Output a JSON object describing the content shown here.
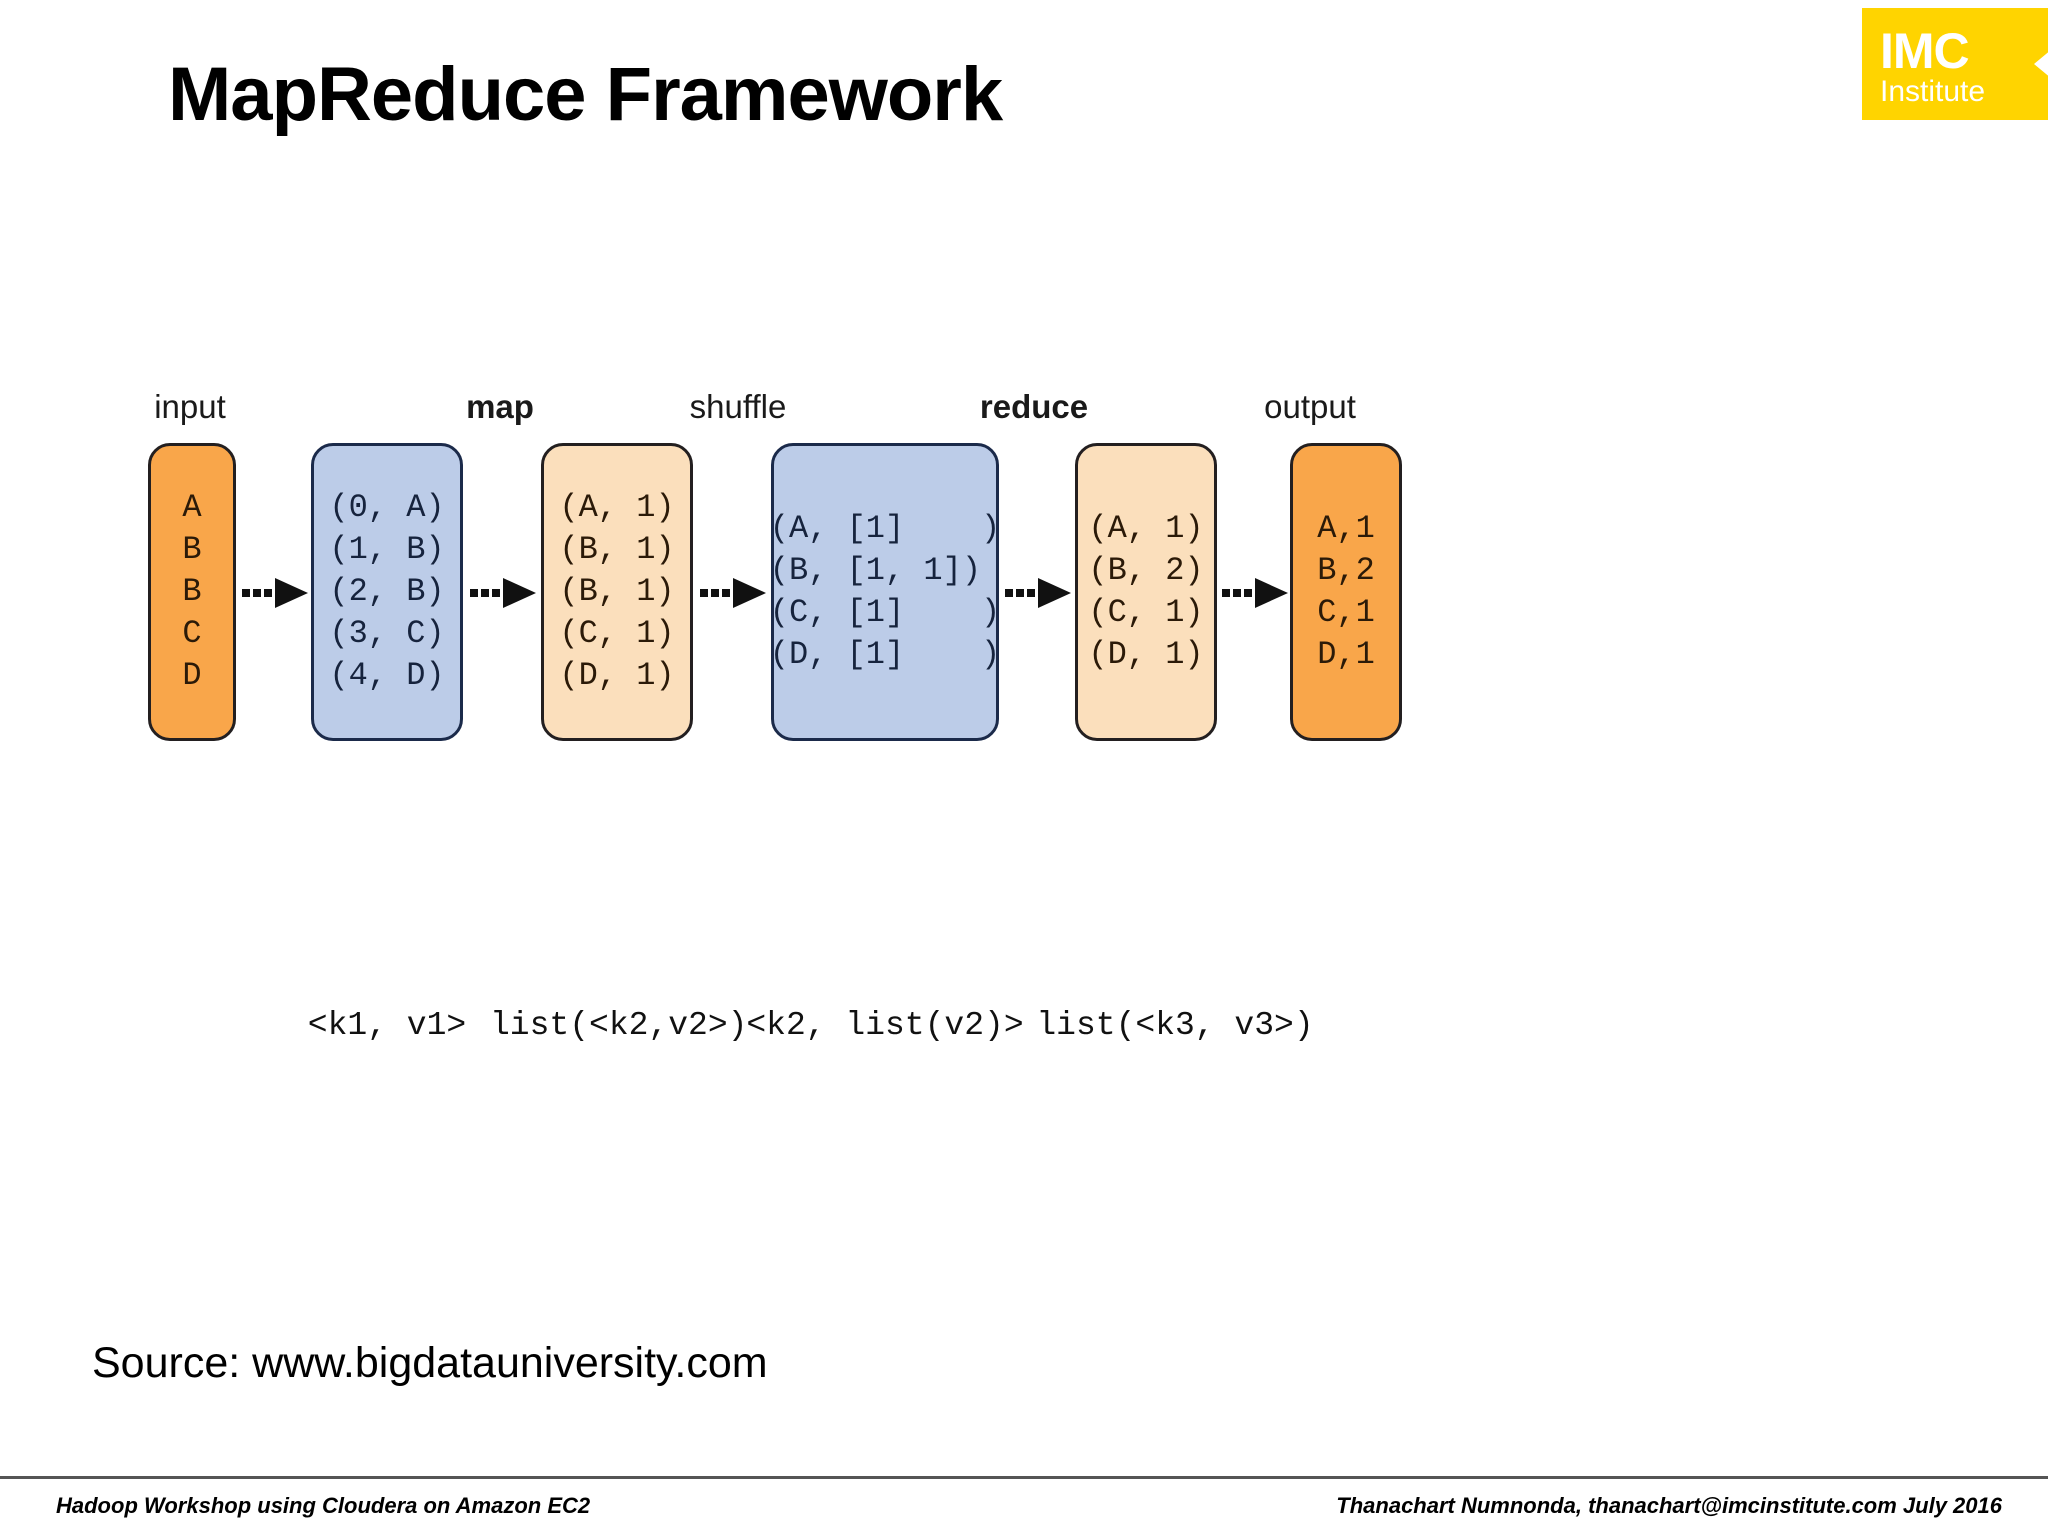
{
  "slide": {
    "title": "MapReduce Framework",
    "source_line": "Source:  www.bigdatauniversity.com"
  },
  "logo": {
    "line1": "IMC",
    "line2": "Institute",
    "bg_color": "#FFD400",
    "text_color": "#FFFFFF"
  },
  "footer": {
    "left": "Hadoop Workshop using Cloudera on Amazon EC2",
    "right": "Thanachart Numnonda,  thanachart@imcinstitute.com  July 2016"
  },
  "diagram": {
    "colors": {
      "orange": "#F9A64A",
      "blue": "#BCCCE8",
      "peach": "#FBDFBC",
      "outline": "#231f20"
    },
    "stage_labels": [
      {
        "text": "input",
        "bold": false
      },
      {
        "text": "map",
        "bold": true
      },
      {
        "text": "shuffle",
        "bold": false
      },
      {
        "text": "reduce",
        "bold": true
      },
      {
        "text": "output",
        "bold": false
      }
    ],
    "boxes": [
      {
        "name": "input",
        "fill": "orange",
        "lines": "A\nB\nB\nC\nD"
      },
      {
        "name": "map-input",
        "fill": "blue",
        "lines": "(0, A)\n(1, B)\n(2, B)\n(3, C)\n(4, D)"
      },
      {
        "name": "map-output",
        "fill": "peach",
        "lines": "(A, 1)\n(B, 1)\n(B, 1)\n(C, 1)\n(D, 1)"
      },
      {
        "name": "shuffle-output",
        "fill": "blue",
        "lines": "(A, [1]    )\n(B, [1, 1])\n(C, [1]    )\n(D, [1]    )"
      },
      {
        "name": "reduce-output",
        "fill": "peach",
        "lines": "(A, 1)\n(B, 2)\n(C, 1)\n(D, 1)"
      },
      {
        "name": "output",
        "fill": "orange",
        "lines": "A,1\nB,2\nC,1\nD,1"
      }
    ],
    "captions": [
      "<k1, v1>",
      "list(<k2,v2>)",
      "<k2, list(v2)>",
      "list(<k3, v3>)"
    ]
  }
}
